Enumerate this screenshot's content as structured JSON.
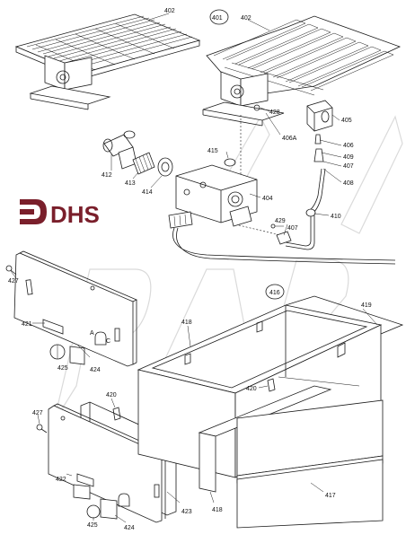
{
  "brand": {
    "logo_text": "DHS",
    "logo_color": "#7a1f2b",
    "watermark_text": "Parts"
  },
  "callouts": {
    "c401": "401",
    "c402a": "402",
    "c402b": "402",
    "c404": "404",
    "c405": "405",
    "c406": "406",
    "c406a": "406A",
    "c407a": "407",
    "c407b": "407",
    "c408": "408",
    "c409": "409",
    "c410": "410",
    "c412": "412",
    "c413": "413",
    "c414": "414",
    "c415": "415",
    "c416": "416",
    "c417": "417",
    "c418a": "418",
    "c418b": "418",
    "c419": "419",
    "c420a": "420",
    "c420b": "420",
    "c421": "421",
    "c422": "422",
    "c423": "423",
    "c424a": "424",
    "c424b": "424",
    "c425a": "425",
    "c425b": "425",
    "c427a": "427",
    "c427b": "427",
    "c428": "428",
    "c429": "429",
    "c_a": "A",
    "c_c": "C"
  }
}
